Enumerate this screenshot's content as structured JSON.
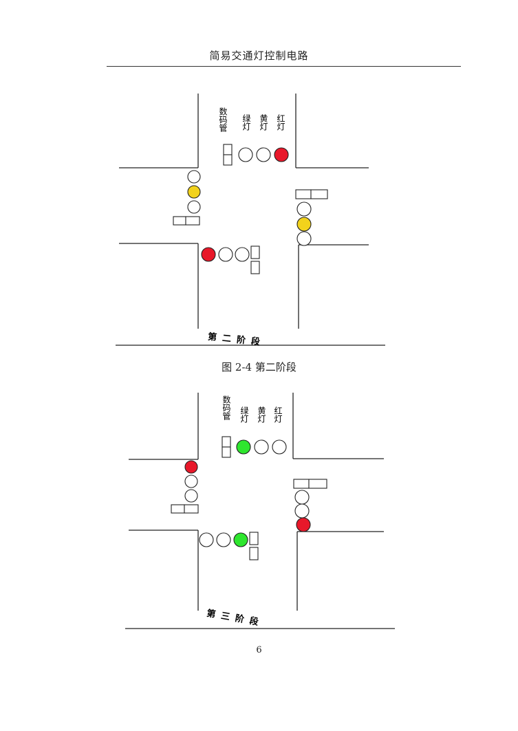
{
  "header": {
    "title": "简易交通灯控制电路"
  },
  "colors": {
    "red": "#e8182a",
    "yellow": "#f2d21c",
    "green": "#2ee62e",
    "line": "#222222"
  },
  "figure1": {
    "labels": {
      "digit_tube": "数码管",
      "green_light": "绿灯",
      "yellow_light": "黄灯",
      "red_light": "红灯"
    },
    "stage_text": "第二阶段",
    "lights": {
      "north": [
        "off",
        "off",
        "red"
      ],
      "west": [
        "off",
        "yellow",
        "off"
      ],
      "east": [
        "off",
        "yellow",
        "off"
      ],
      "south": [
        "red",
        "off",
        "off"
      ]
    }
  },
  "caption": "图 2-4 第二阶段",
  "figure2": {
    "labels": {
      "digit_tube": "数码管",
      "green_light": "绿灯",
      "yellow_light": "黄灯",
      "red_light": "红灯"
    },
    "stage_text": "第三阶段",
    "lights": {
      "north": [
        "green",
        "off",
        "off"
      ],
      "west": [
        "red",
        "off",
        "off"
      ],
      "east": [
        "off",
        "off",
        "red"
      ],
      "south": [
        "off",
        "off",
        "green"
      ]
    }
  },
  "page": {
    "number": "6"
  }
}
